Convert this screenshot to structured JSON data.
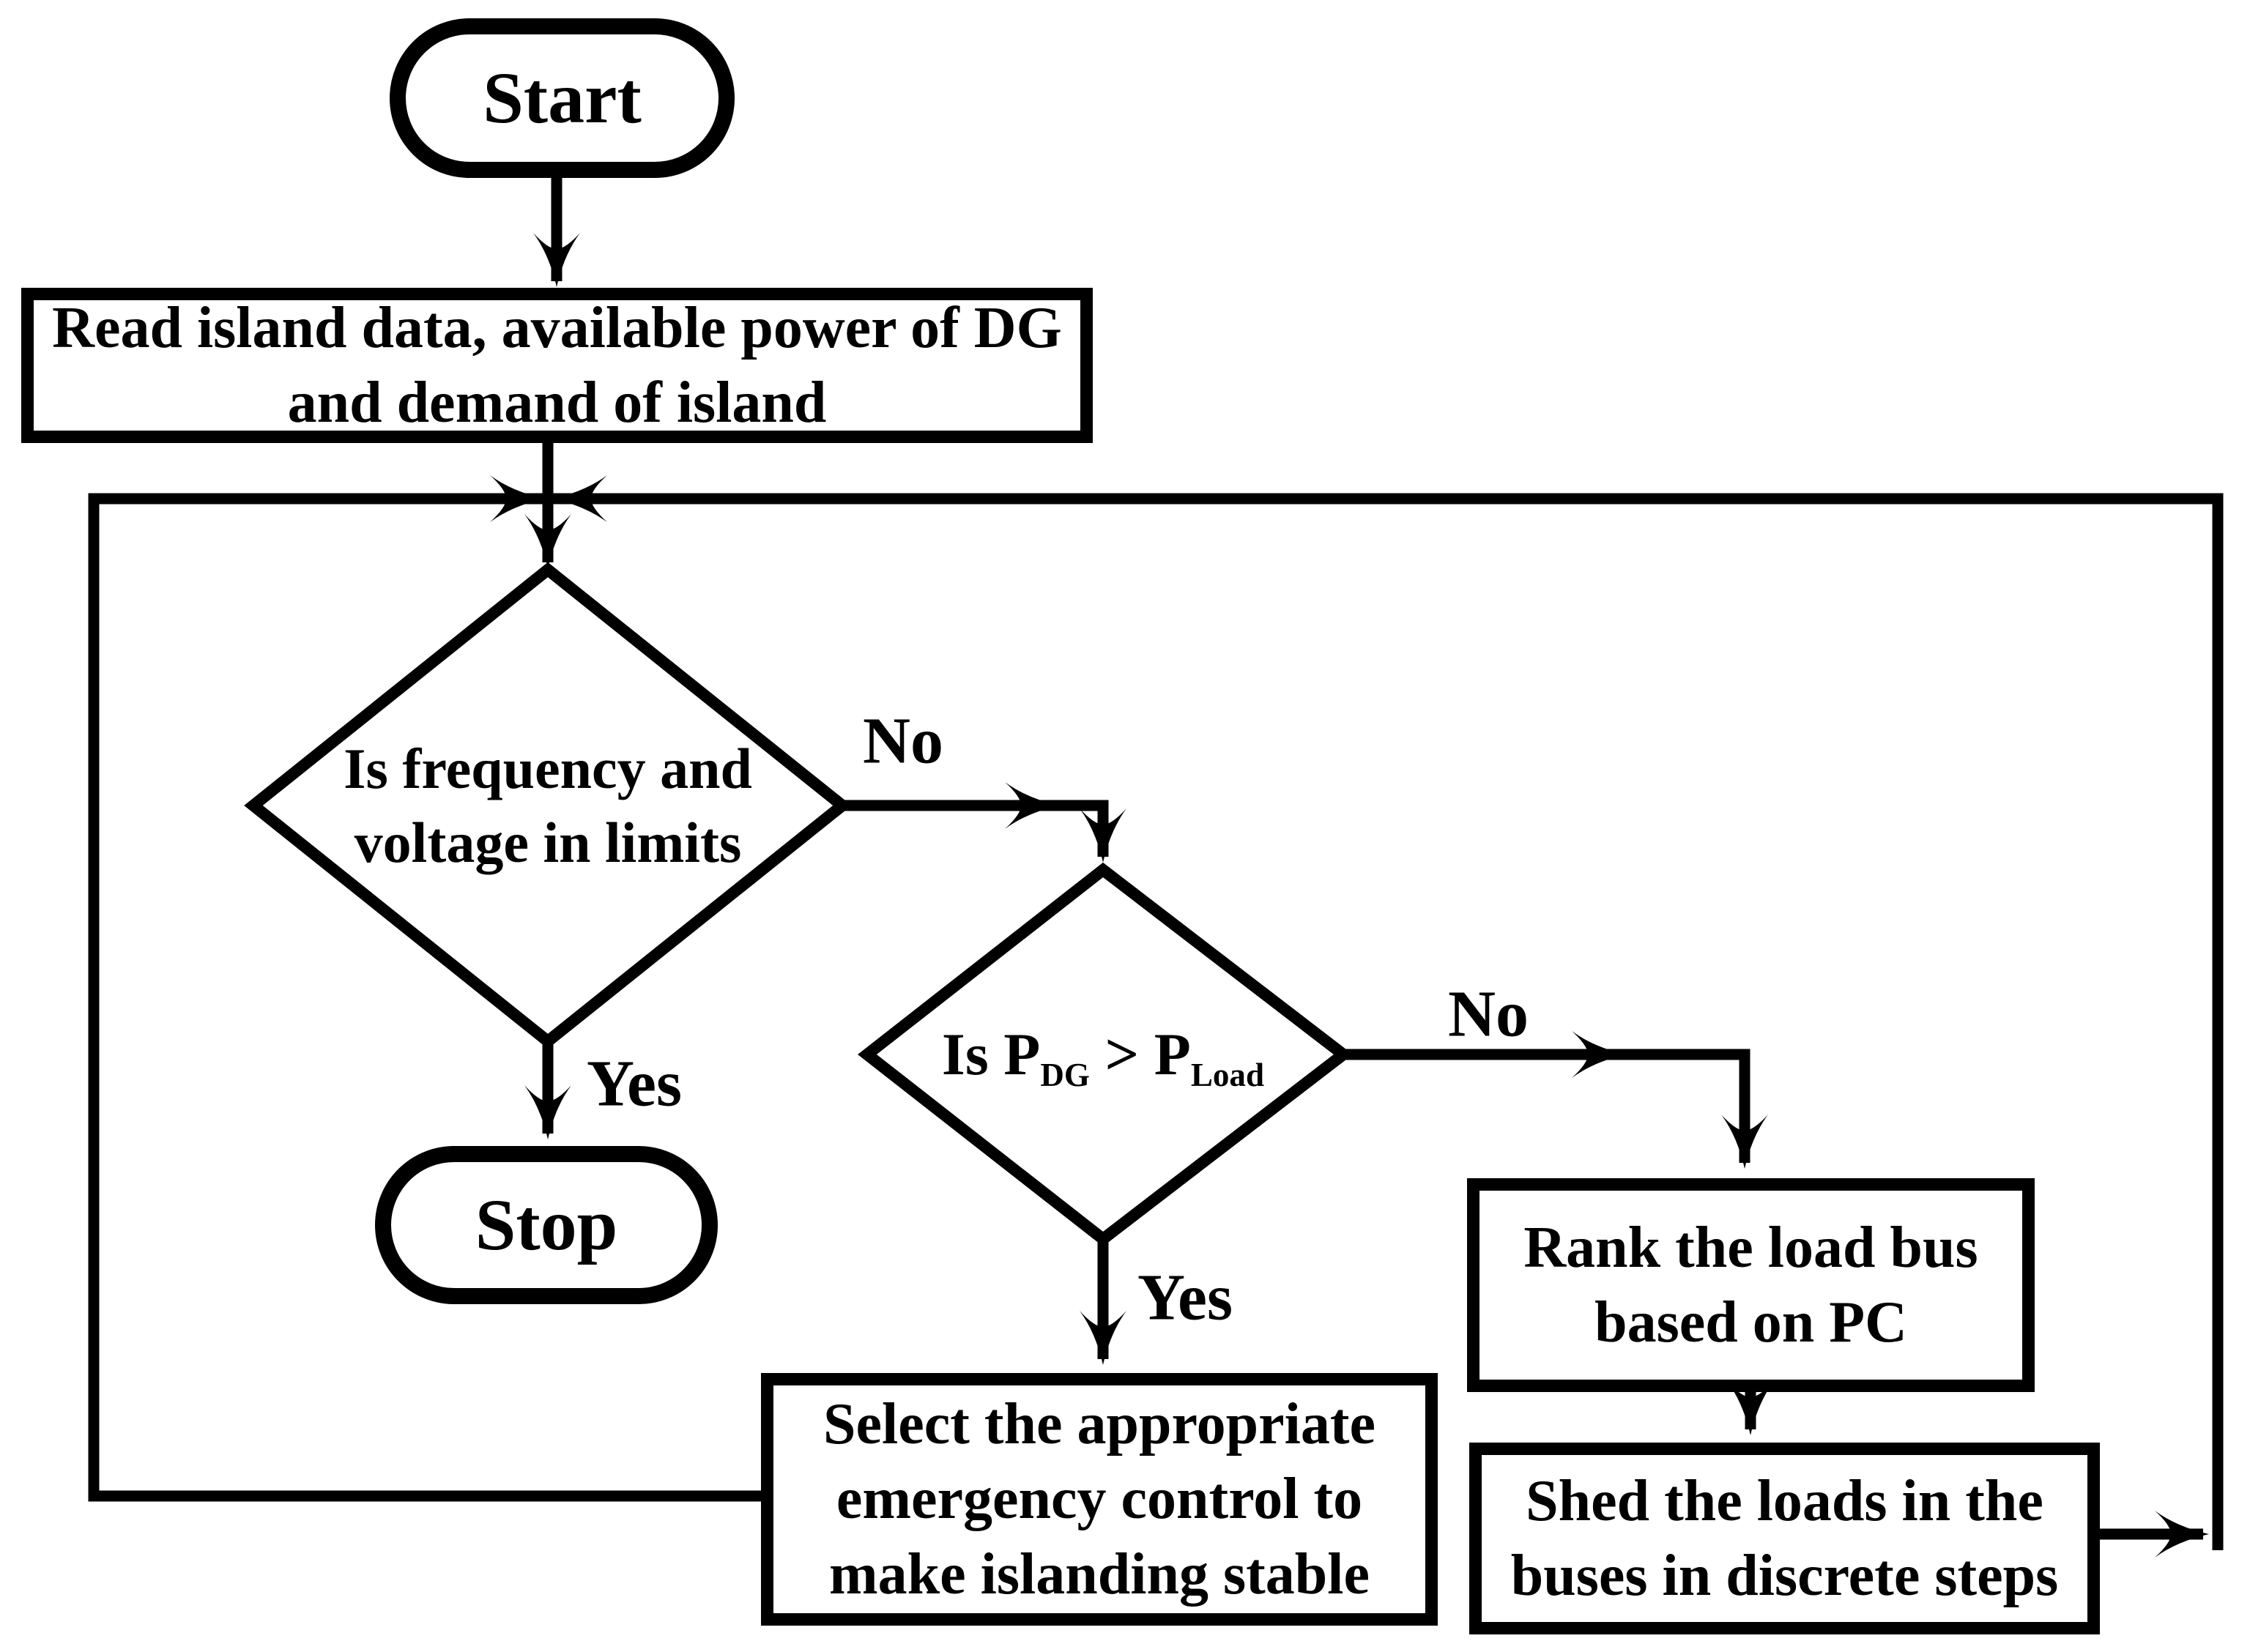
{
  "figure": {
    "background_color": "#ffffff",
    "line_color": "#000000"
  },
  "nodes": {
    "start": {
      "label": "Start"
    },
    "read_data": {
      "line1": "Read island data, available power of DG",
      "line2": "and demand of island"
    },
    "check_limits": {
      "line1": "Is frequency and",
      "line2": "voltage in limits"
    },
    "stop": {
      "label": "Stop"
    },
    "check_power": {
      "prefix": "Is P",
      "sub1": "DG",
      "operator": " > P",
      "sub2": "Load"
    },
    "select_control": {
      "line1": "Select the appropriate",
      "line2": "emergency control to",
      "line3": "make islanding stable"
    },
    "rank_load": {
      "line1": "Rank the load bus",
      "line2": "based on PC"
    },
    "shed_loads": {
      "line1": "Shed the loads in the",
      "line2": "buses in discrete steps"
    }
  },
  "edge_labels": {
    "limits_yes": "Yes",
    "limits_no": "No",
    "power_yes": "Yes",
    "power_no": "No"
  }
}
